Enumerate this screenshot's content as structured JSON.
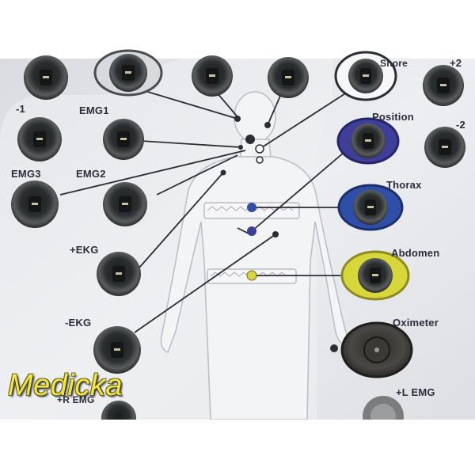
{
  "panel_labels": {
    "snore": "Snore",
    "plus2": "+2",
    "minus1": "-1",
    "emg1": "EMG1",
    "position": "Position",
    "minus2": "-2",
    "emg3": "EMG3",
    "emg2": "EMG2",
    "thorax": "Thorax",
    "plus_ekg": "+EKG",
    "abdomen": "Abdomen",
    "minus_ekg": "-EKG",
    "oximeter": "Oximeter",
    "plus_l_emg": "+L EMG",
    "plus_r_emg": "+R EMG"
  },
  "watermark": "Medicka",
  "colors": {
    "panel": "#e7e8ec",
    "position_ring": "#3f3f9a",
    "thorax_ring": "#2f4ea8",
    "abdomen_ring": "#d7d63a",
    "connector_dark": "#2a2c2c",
    "watermark_text": "#f2e63c"
  }
}
